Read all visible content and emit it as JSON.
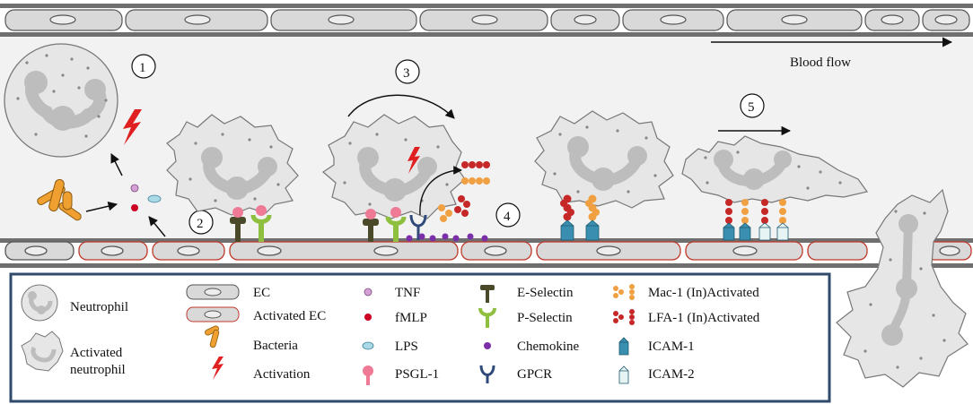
{
  "steps": [
    "1",
    "2",
    "3",
    "4",
    "5"
  ],
  "flow_label": "Blood flow",
  "legend": {
    "col1": [
      "Neutrophil",
      "Activated",
      "neutrophil"
    ],
    "col2": [
      "EC",
      "Activated EC",
      "Bacteria",
      "Activation"
    ],
    "col3": [
      "TNF",
      "fMLP",
      "LPS",
      "PSGL-1"
    ],
    "col4": [
      "E-Selectin",
      "P-Selectin",
      "Chemokine",
      "GPCR"
    ],
    "col5": [
      "Mac-1 (In)Activated",
      "LFA-1 (In)Activated",
      "ICAM-1",
      "ICAM-2"
    ]
  },
  "colors": {
    "vessel_wall": "#6f6f6f",
    "cell_fill": "#d9d9d9",
    "nucleus": "#bdbdbd",
    "activated_ec_border": "#c0392b",
    "legend_border": "#2f4a6b",
    "tnf": "#d6a0d6",
    "fmlp": "#cc0022",
    "lps": "#a9d8e6",
    "bacteria": "#f0a030",
    "activation": "#e02020",
    "psgl1": "#ef7a96",
    "e_selectin": "#4a4a2a",
    "p_selectin": "#8fbf3f",
    "chemokine": "#7b2fa8",
    "gpcr": "#2f4a7a",
    "mac1": "#f0a040",
    "lfa1": "#c62828",
    "icam1": "#3a8fb0",
    "icam2": "#e6f4f4"
  },
  "icons": [
    "neutrophil-icon",
    "activated-neutrophil-icon",
    "ec-icon",
    "activated-ec-icon",
    "bacteria-icon",
    "activation-bolt-icon",
    "tnf-icon",
    "fmlp-icon",
    "lps-icon",
    "psgl1-icon",
    "e-selectin-icon",
    "p-selectin-icon",
    "chemokine-icon",
    "gpcr-icon",
    "mac1-icon",
    "lfa1-icon",
    "icam1-icon",
    "icam2-icon"
  ]
}
